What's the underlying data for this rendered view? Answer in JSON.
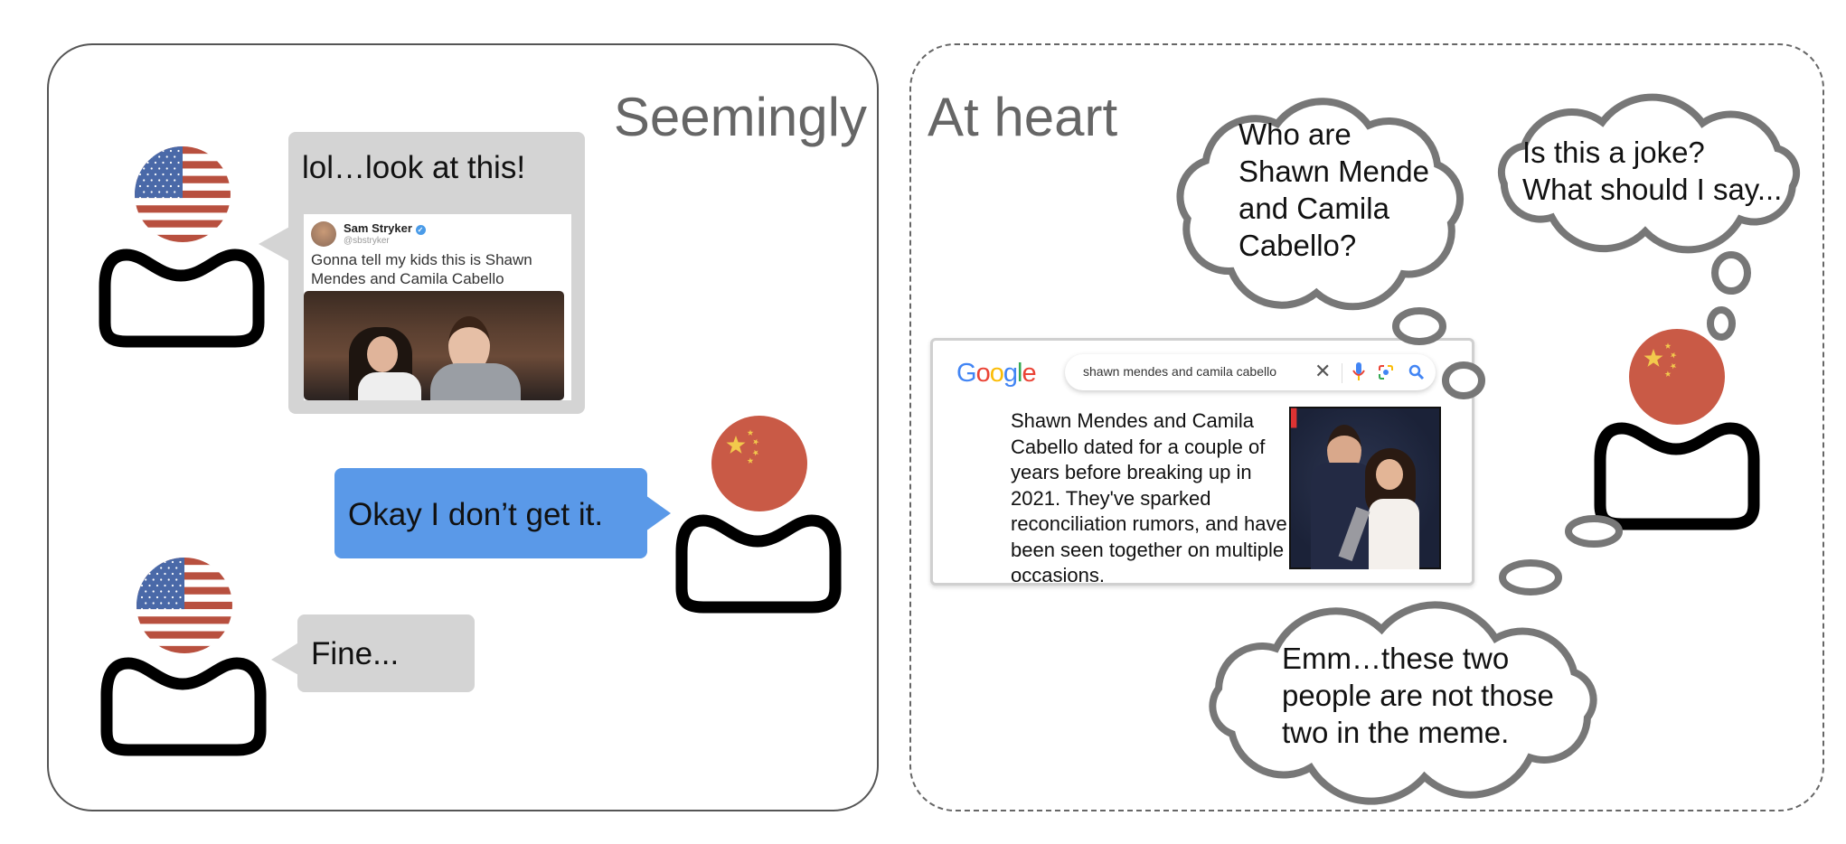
{
  "panels": {
    "left_title": "Seemingly",
    "right_title": "At heart"
  },
  "conversation": {
    "msg1": "lol…look at this!",
    "tweet": {
      "author": "Sam Stryker",
      "handle": "@sbstryker",
      "text": "Gonna tell my kids this is Shawn Mendes and Camila Cabello"
    },
    "msg2": "Okay I don’t get it.",
    "msg3": "Fine..."
  },
  "search": {
    "logo": "Google",
    "query": "shawn mendes and camila cabello",
    "snippet": "Shawn Mendes and Camila Cabello dated for a couple of years before breaking up in 2021. They've sparked reconciliation rumors, and have been seen together on multiple occasions."
  },
  "thoughts": {
    "t1": [
      "Who are",
      "Shawn Mende",
      "and Camila",
      "Cabello?"
    ],
    "t2": [
      "Is this a joke?",
      "What should I say..."
    ],
    "t3": [
      "Emm…these two",
      "people are not those",
      "two in the meme."
    ]
  },
  "colors": {
    "blue_bubble": "#5a99e8",
    "gray_bubble": "#d4d4d4",
    "china_red": "#c95a46",
    "us_red": "#b8503f",
    "us_blue": "#4a69a8",
    "star_yellow": "#f2c94c",
    "cloud_stroke": "#777777"
  }
}
